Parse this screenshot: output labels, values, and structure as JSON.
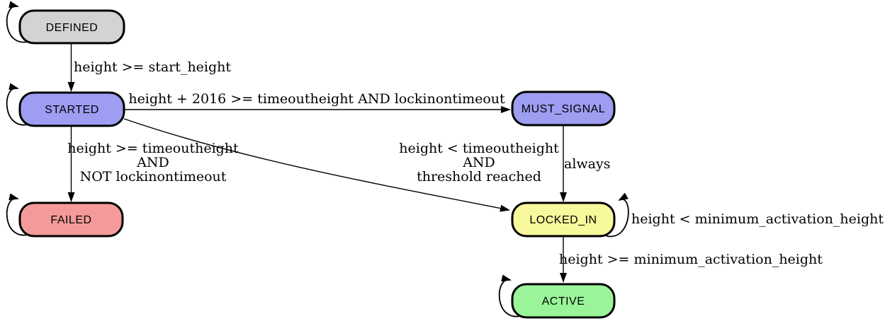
{
  "diagram": {
    "background": "#ffffff",
    "line_color": "#000000"
  },
  "states": {
    "defined": {
      "label": "DEFINED",
      "fill": "#d3d3d3"
    },
    "started": {
      "label": "STARTED",
      "fill": "#9d9df2"
    },
    "failed": {
      "label": "FAILED",
      "fill": "#f59a9a"
    },
    "must_signal": {
      "label": "MUST_SIGNAL",
      "fill": "#9d9df2"
    },
    "locked_in": {
      "label": "LOCKED_IN",
      "fill": "#f8f89c"
    },
    "active": {
      "label": "ACTIVE",
      "fill": "#9af59a"
    }
  },
  "edges": {
    "defined_to_started": {
      "label": "height >= start_height"
    },
    "started_to_must_signal": {
      "label": "height + 2016 >= timeoutheight AND lockinontimeout"
    },
    "started_to_failed": {
      "label": "height >= timeoutheight AND NOT lockinontimeout",
      "lines": [
        "height >= timeoutheight",
        "AND",
        "NOT lockinontimeout"
      ]
    },
    "started_to_locked_in": {
      "label": "height < timeoutheight AND threshold reached",
      "lines": [
        "height < timeoutheight",
        "AND",
        "threshold reached"
      ]
    },
    "must_signal_to_locked_in": {
      "label": "always"
    },
    "locked_in_self": {
      "label": "height < minimum_activation_height"
    },
    "locked_in_to_active": {
      "label": "height >= minimum_activation_height"
    }
  }
}
